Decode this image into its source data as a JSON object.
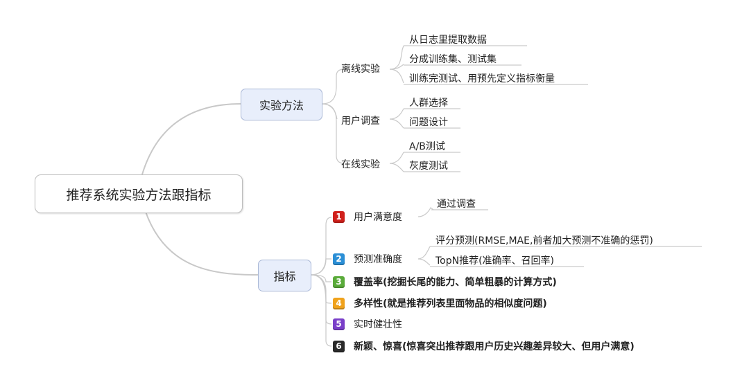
{
  "root": {
    "label": "推荐系统实验方法跟指标"
  },
  "methods": {
    "label": "实验方法",
    "groups": [
      {
        "label": "离线实验",
        "items": [
          "从日志里提取数据",
          "分成训练集、测试集",
          "训练完测试、用预先定义指标衡量"
        ]
      },
      {
        "label": "用户调查",
        "items": [
          "人群选择",
          "问题设计"
        ]
      },
      {
        "label": "在线实验",
        "items": [
          "A/B测试",
          "灰度测试"
        ]
      }
    ]
  },
  "metrics": {
    "label": "指标",
    "items": [
      {
        "badge": "1",
        "color": "#d0201b",
        "label": "用户满意度",
        "children": [
          "通过调查"
        ]
      },
      {
        "badge": "2",
        "color": "#2b8fd6",
        "label": "预测准确度",
        "children": [
          "评分预测(RMSE,MAE,前者加大预测不准确的惩罚)",
          "TopN推荐(准确率、召回率)"
        ]
      },
      {
        "badge": "3",
        "color": "#5aab3a",
        "label": "覆盖率(挖掘长尾的能力、简单粗暴的计算方式)",
        "children": []
      },
      {
        "badge": "4",
        "color": "#f0a21c",
        "label": "多样性(就是推荐列表里面物品的相似度问题)",
        "children": []
      },
      {
        "badge": "5",
        "color": "#7a3fc9",
        "label": "实时健壮性",
        "children": []
      },
      {
        "badge": "6",
        "color": "#2a2a2a",
        "label": "新颖、惊喜(惊喜突出推荐跟用户历史兴趣差异较大、但用户满意)",
        "children": []
      }
    ]
  }
}
